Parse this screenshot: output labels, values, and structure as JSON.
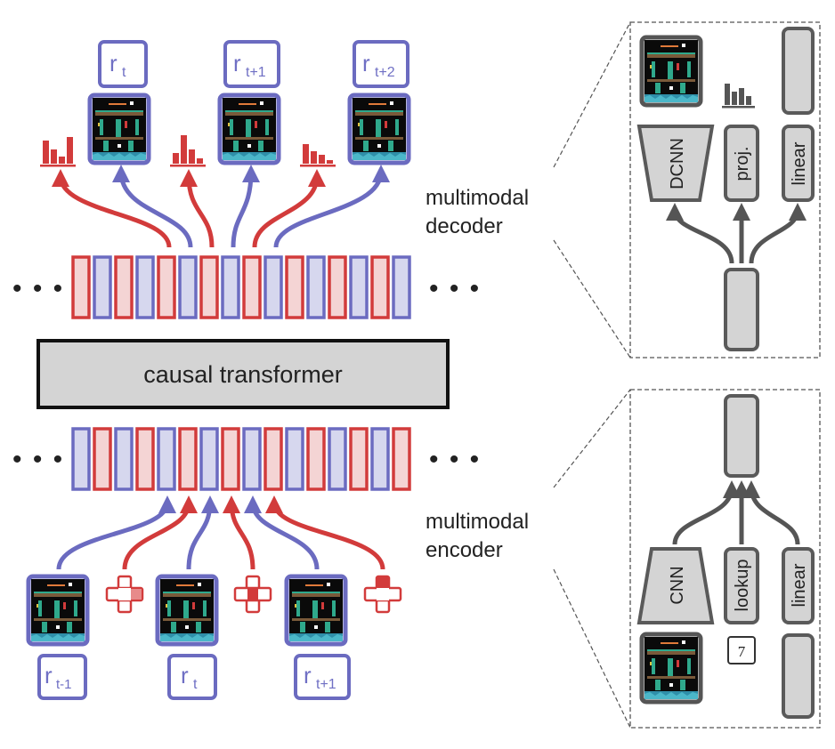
{
  "transformer_label": "causal transformer",
  "ellipsis": "• • •",
  "decoder": {
    "label_line1": "multimodal",
    "label_line2": "decoder",
    "returns": [
      "t",
      "t+1",
      "t+2"
    ],
    "heads": [
      "DCNN",
      "proj.",
      "linear"
    ]
  },
  "encoder": {
    "label_line1": "multimodal",
    "label_line2": "encoder",
    "returns": [
      "t-1",
      "t",
      "t+1"
    ],
    "heads": [
      "CNN",
      "lookup",
      "linear"
    ],
    "lookup_value": "7"
  },
  "return_symbol": "r",
  "colors": {
    "observation": "#6b6bc0",
    "action": "#d23b3b",
    "module": "#d4d4d4"
  }
}
